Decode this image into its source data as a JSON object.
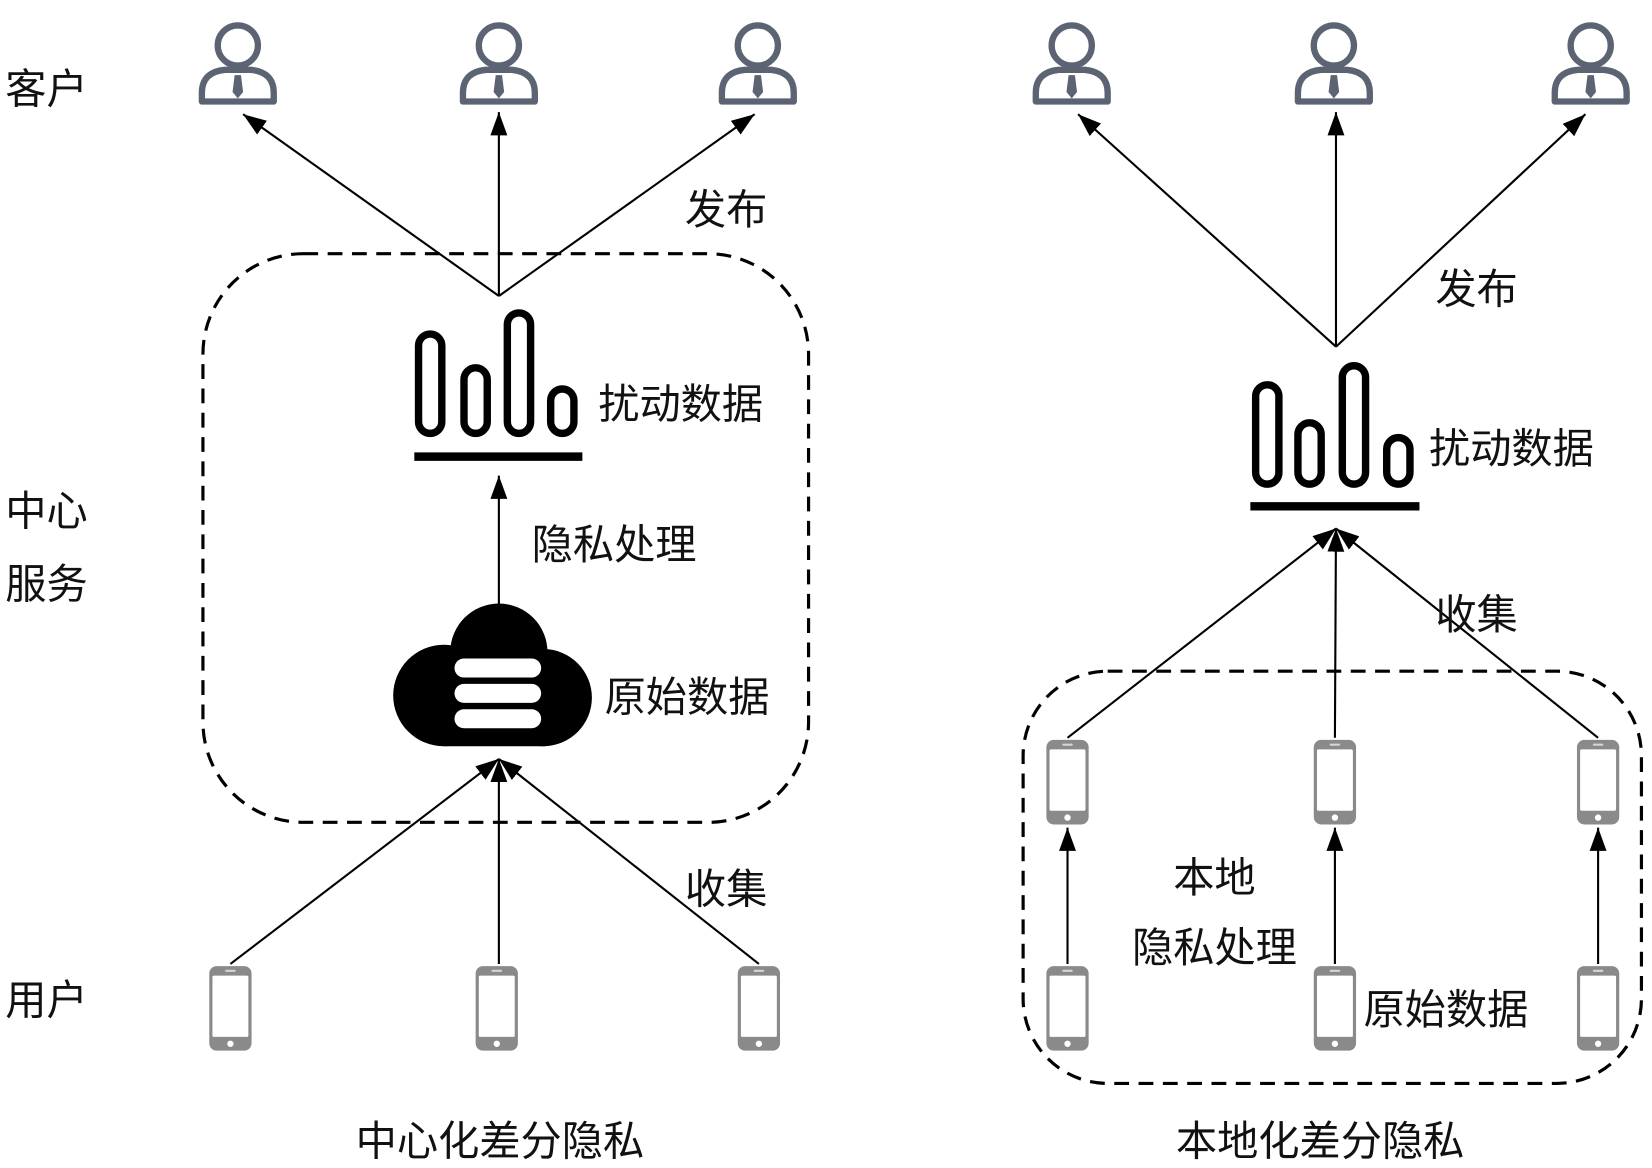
{
  "row_labels": {
    "clients": "客户",
    "center_service_line1": "中心",
    "center_service_line2": "服务",
    "users": "用户"
  },
  "centralized_dp": {
    "publish_label": "发布",
    "perturbed_data_label": "扰动数据",
    "privacy_processing_label": "隐私处理",
    "raw_data_label": "原始数据",
    "collect_label": "收集",
    "caption": "中心化差分隐私"
  },
  "local_dp": {
    "publish_label": "发布",
    "perturbed_data_label": "扰动数据",
    "collect_label": "收集",
    "local_processing_line1": "本地",
    "local_processing_line2": "隐私处理",
    "raw_data_label": "原始数据",
    "caption": "本地化差分隐私"
  },
  "icons": {
    "client": "user-icon",
    "device": "phone-icon",
    "perturbed_data": "bar-chart-icon",
    "raw_data_store": "cloud-database-icon"
  },
  "colors": {
    "user_icon": "#5c6473",
    "phone_icon": "#8a8a8a",
    "line": "#000000",
    "text": "#111111",
    "background": "#ffffff"
  }
}
